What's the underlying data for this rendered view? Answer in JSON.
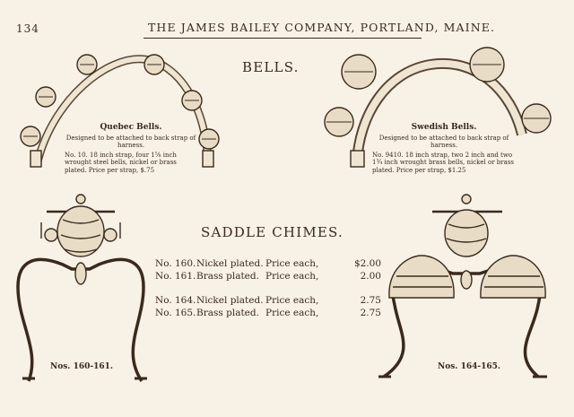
{
  "header": {
    "page_number": "134",
    "company": "THE JAMES BAILEY COMPANY, PORTLAND, MAINE."
  },
  "bells_heading": "BELLS.",
  "quebec": {
    "title": "Quebec Bells.",
    "description": "Designed to be attached to back strap of harness.",
    "details": "No. 10. 18 inch strap, four 1⅝ inch wrought steel bells, nickel or brass plated. Price per strap,",
    "price": "$.75"
  },
  "swedish": {
    "title": "Swedish Bells.",
    "description": "Designed to be attached to back strap of harness.",
    "details": "No. 9410. 18 inch strap, two 2 inch and two 1¾ inch wrought brass bells, nickel or brass plated. Price per strap, $1.25"
  },
  "chimes_heading": "SADDLE CHIMES.",
  "price_list": [
    {
      "no": "No. 160.",
      "finish": "Nickel plated.",
      "label": "Price each,",
      "amount": "$2.00"
    },
    {
      "no": "No. 161.",
      "finish": "Brass plated.",
      "label": "Price each,",
      "amount": "2.00"
    },
    {
      "no": "No. 164.",
      "finish": "Nickel plated.",
      "label": "Price each,",
      "amount": "2.75"
    },
    {
      "no": "No. 165.",
      "finish": "Brass plated.",
      "label": "Price each,",
      "amount": "2.75"
    }
  ],
  "captions": {
    "left": "Nos. 160-161.",
    "right": "Nos. 164-165."
  },
  "colors": {
    "paper": "#f7f1e6",
    "ink": "#3a2a1c"
  }
}
